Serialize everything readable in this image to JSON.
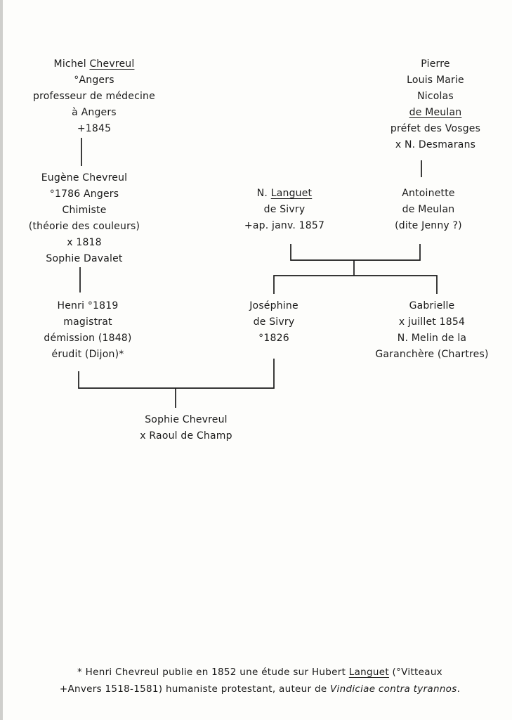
{
  "persons": {
    "michel": {
      "first": "Michel",
      "surname": "Chevreul",
      "birth": "°Angers",
      "role": "professeur de médecine",
      "place": "à Angers",
      "death": "+1845"
    },
    "pierre": {
      "l1": "Pierre",
      "l2": "Louis Marie",
      "l3": "Nicolas",
      "surname": "de Meulan",
      "role": "préfet des Vosges",
      "spouse": "x N. Desmarans"
    },
    "eugene": {
      "l1": "Eugène Chevreul",
      "l2": "°1786 Angers",
      "l3": "Chimiste",
      "l4": "(théorie des couleurs)",
      "l5": "x 1818",
      "l6": "Sophie Davalet"
    },
    "languet": {
      "prefix": "N.",
      "surname": "Languet",
      "l2": "de Sivry",
      "l3": "+ap. janv. 1857"
    },
    "antoinette": {
      "l1": "Antoinette",
      "l2": "de Meulan",
      "l3": "(dite Jenny ?)"
    },
    "henri": {
      "l1": "Henri °1819",
      "l2": "magistrat",
      "l3": "démission (1848)",
      "l4": "érudit (Dijon)*"
    },
    "josephine": {
      "l1": "Joséphine",
      "l2": "de Sivry",
      "l3": "°1826"
    },
    "gabrielle": {
      "l1": "Gabrielle",
      "l2": "x juillet 1854",
      "l3": "N. Melin de la",
      "l4": "Garanchère (Chartres)"
    },
    "sophie": {
      "l1": "Sophie Chevreul",
      "l2": "x Raoul de Champ"
    }
  },
  "footnote": {
    "line1_a": "* Henri Chevreul publie en 1852 une étude sur Hubert ",
    "line1_u": "Languet",
    "line1_b": " (°Vitteaux",
    "line2_a": "+Anvers 1518-1581) humaniste protestant, auteur de ",
    "line2_i": "Vindiciae contra tyrannos",
    "line2_b": "."
  }
}
